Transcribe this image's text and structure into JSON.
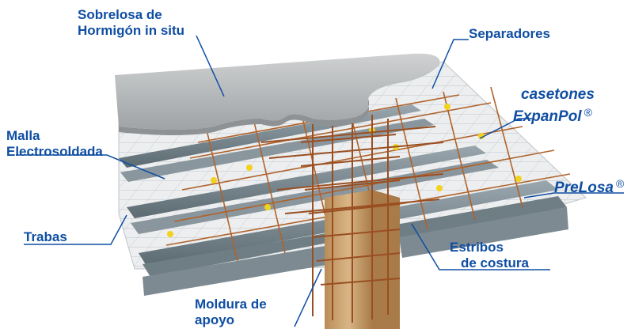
{
  "labels": {
    "sobrelosa_line1": "Sobrelosa de",
    "sobrelosa_line2": "Hormigón in situ",
    "separadores": "Separadores",
    "casetones_line1": "casetones",
    "casetones_line2": "ExpanPol",
    "malla_line1": "Malla",
    "malla_line2": "Electrosoldada",
    "prelosa": "PreLosa",
    "trabas": "Trabas",
    "estribos_line1": "Estribos",
    "estribos_line2": "de costura",
    "moldura_line1": "Moldura de",
    "moldura_line2": "apoyo",
    "registered_mark": "®"
  },
  "colors": {
    "label_text": "#0f4ea2",
    "leader_line": "#0f4ea2",
    "concrete_topping": "#b9bcbd",
    "slab_panel": "#e9eced",
    "beam_grey": "#7d8a92",
    "rebar": "#b0632c",
    "column_wood": "#c9a270",
    "spacer_yellow": "#f2d21b"
  }
}
